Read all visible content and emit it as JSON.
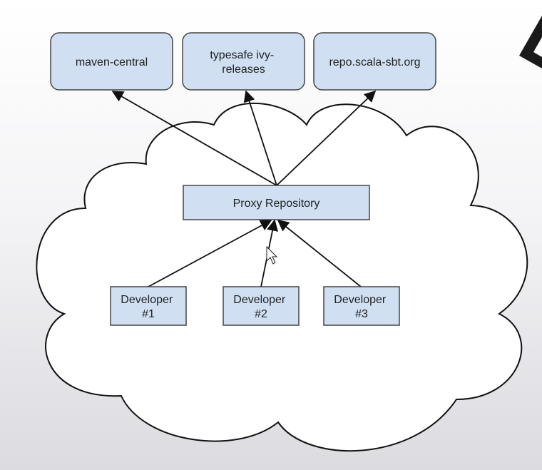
{
  "diagram": {
    "repositories": [
      {
        "label_lines": [
          "maven-central"
        ]
      },
      {
        "label_lines": [
          "typesafe ivy-",
          "releases"
        ]
      },
      {
        "label_lines": [
          "repo.scala-sbt.org"
        ]
      }
    ],
    "proxy": {
      "label": "Proxy Repository"
    },
    "developers": [
      {
        "label_lines": [
          "Developer",
          "#1"
        ]
      },
      {
        "label_lines": [
          "Developer",
          "#2"
        ]
      },
      {
        "label_lines": [
          "Developer",
          "#3"
        ]
      }
    ]
  },
  "colors": {
    "box_fill": "#d0e0f2",
    "box_stroke": "#444444",
    "cloud_fill": "#ffffff",
    "cloud_stroke": "#111111",
    "arrow": "#111111",
    "logo_fragment": "#1a1a1a"
  }
}
